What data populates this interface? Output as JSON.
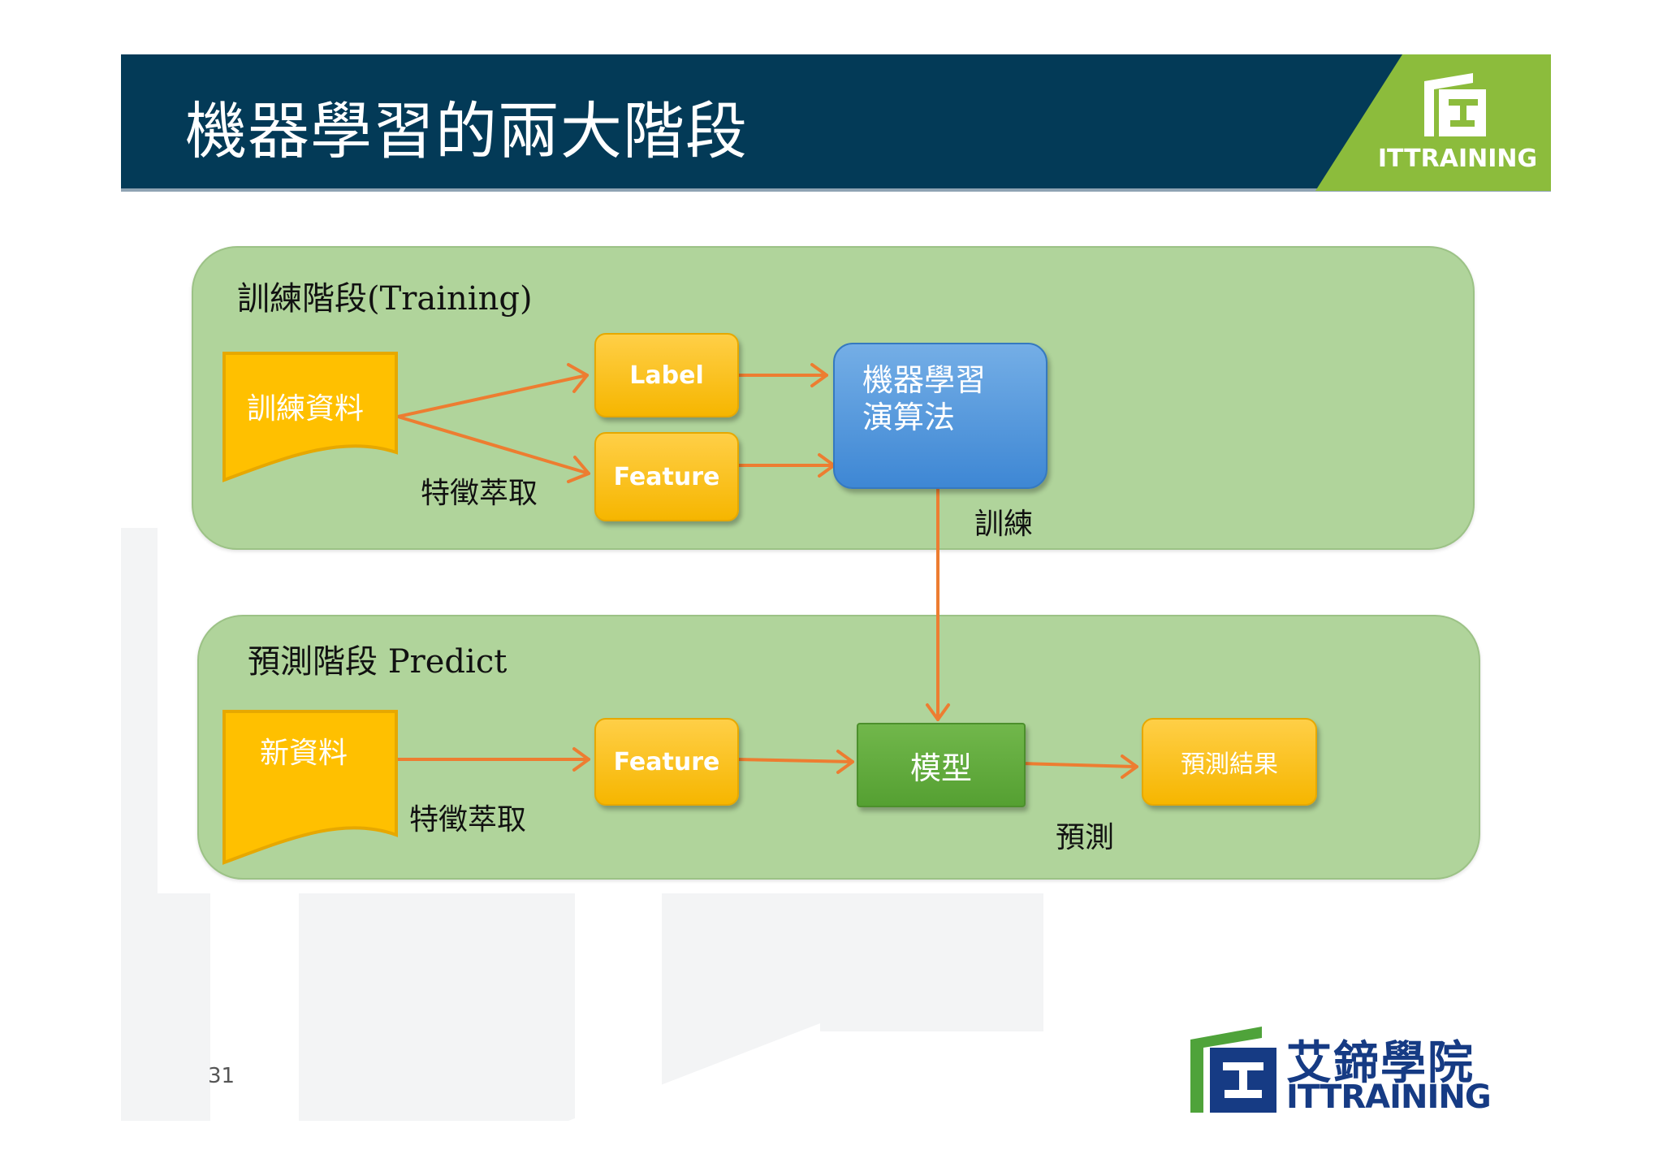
{
  "header": {
    "title": "機器學習的兩大階段",
    "logo_text": "ITTRAINING"
  },
  "training": {
    "title": "訓練階段(Training)",
    "data_doc": "訓練資料",
    "label_box": "Label",
    "feature_box": "Feature",
    "algorithm_line1": "機器學習",
    "algorithm_line2": "演算法",
    "extract_label": "特徵萃取",
    "train_label": "訓練"
  },
  "predict": {
    "title": "預測階段 Predict",
    "data_doc": "新資料",
    "feature_box": "Feature",
    "model_box": "模型",
    "result_box": "預測結果",
    "extract_label": "特徵萃取",
    "predict_label": "預測"
  },
  "footer": {
    "page_number": "31",
    "brand_cn": "艾鍗學院",
    "brand_en": "ITTRAINING"
  },
  "colors": {
    "header": "#033a57",
    "accent_green": "#8cbc3c",
    "panel": "#b0d49b",
    "arrow": "#ed7d31",
    "orange_box": "#f6b600",
    "blue_box": "#3e87d4",
    "model_box": "#55a032",
    "brand": "#163b84"
  }
}
